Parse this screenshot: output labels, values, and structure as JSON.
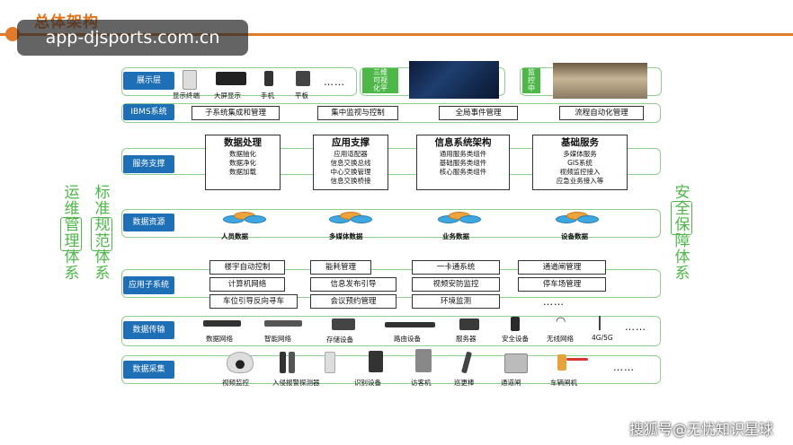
{
  "header": {
    "title": "总体架构"
  },
  "watermark": {
    "url": "app-djsports.com.cn",
    "credit": "搜狐号@无忧知识星球"
  },
  "side": {
    "ops": [
      "运",
      "维",
      "管",
      "理",
      "体",
      "系"
    ],
    "std": [
      "标",
      "准",
      "规",
      "范",
      "体",
      "系"
    ],
    "sec": [
      "安",
      "全",
      "保",
      "障",
      "体",
      "系"
    ]
  },
  "layers": {
    "display": {
      "label": "展示层",
      "items": [
        "显示终端",
        "大屏显示",
        "手机",
        "平板"
      ],
      "ellipsis": "……",
      "viz_a": [
        "三维",
        "可视",
        "化平"
      ],
      "viz_b": [
        "监",
        "控",
        "中"
      ]
    },
    "ibms": {
      "label": "IBMS系统",
      "items": [
        "子系统集成和管理",
        "集中监视与控制",
        "全局事件管理",
        "流程自动化管理"
      ]
    },
    "service": {
      "label": "服务支撑",
      "boxes": [
        {
          "title": "数据处理",
          "lines": [
            "数据抽化",
            "数据净化",
            "数据加载"
          ]
        },
        {
          "title": "应用支撑",
          "lines": [
            "应用适配器",
            "信息交换总线",
            "中心交换管理",
            "信息交换桥接"
          ]
        },
        {
          "title": "信息系统架构",
          "lines": [
            "通用服务类组件",
            "基础服务类组件",
            "核心服务类组件"
          ]
        },
        {
          "title": "基础服务",
          "lines": [
            "多媒体服务",
            "GIS系统",
            "视频监控接入",
            "应急业务接入等"
          ]
        }
      ]
    },
    "data": {
      "label": "数据资源",
      "items": [
        "人员数据",
        "多媒体数据",
        "业务数据",
        "设备数据"
      ]
    },
    "app": {
      "label": "应用子系统",
      "grid": [
        [
          "楼宇自动控制",
          "能耗管理",
          "一卡通系统",
          "通道闸管理"
        ],
        [
          "计算机网络",
          "信息发布引导",
          "视频安防监控",
          "停车场管理"
        ],
        [
          "车位引导反向寻车",
          "会议预约管理",
          "环境监测",
          ""
        ]
      ],
      "ellipsis": "……"
    },
    "transport": {
      "label": "数据传输",
      "items": [
        "数据网络",
        "智能网络",
        "存储设备",
        "路由设备",
        "服务器",
        "安全设备",
        "无线网络",
        "4G/5G"
      ],
      "ellipsis": "……"
    },
    "collect": {
      "label": "数据采集",
      "items": [
        "视频监控",
        "入侵报警探测器",
        "识别设备",
        "访客机",
        "巡更棒",
        "通道闸",
        "车辆闸机"
      ],
      "ellipsis": "……"
    }
  }
}
